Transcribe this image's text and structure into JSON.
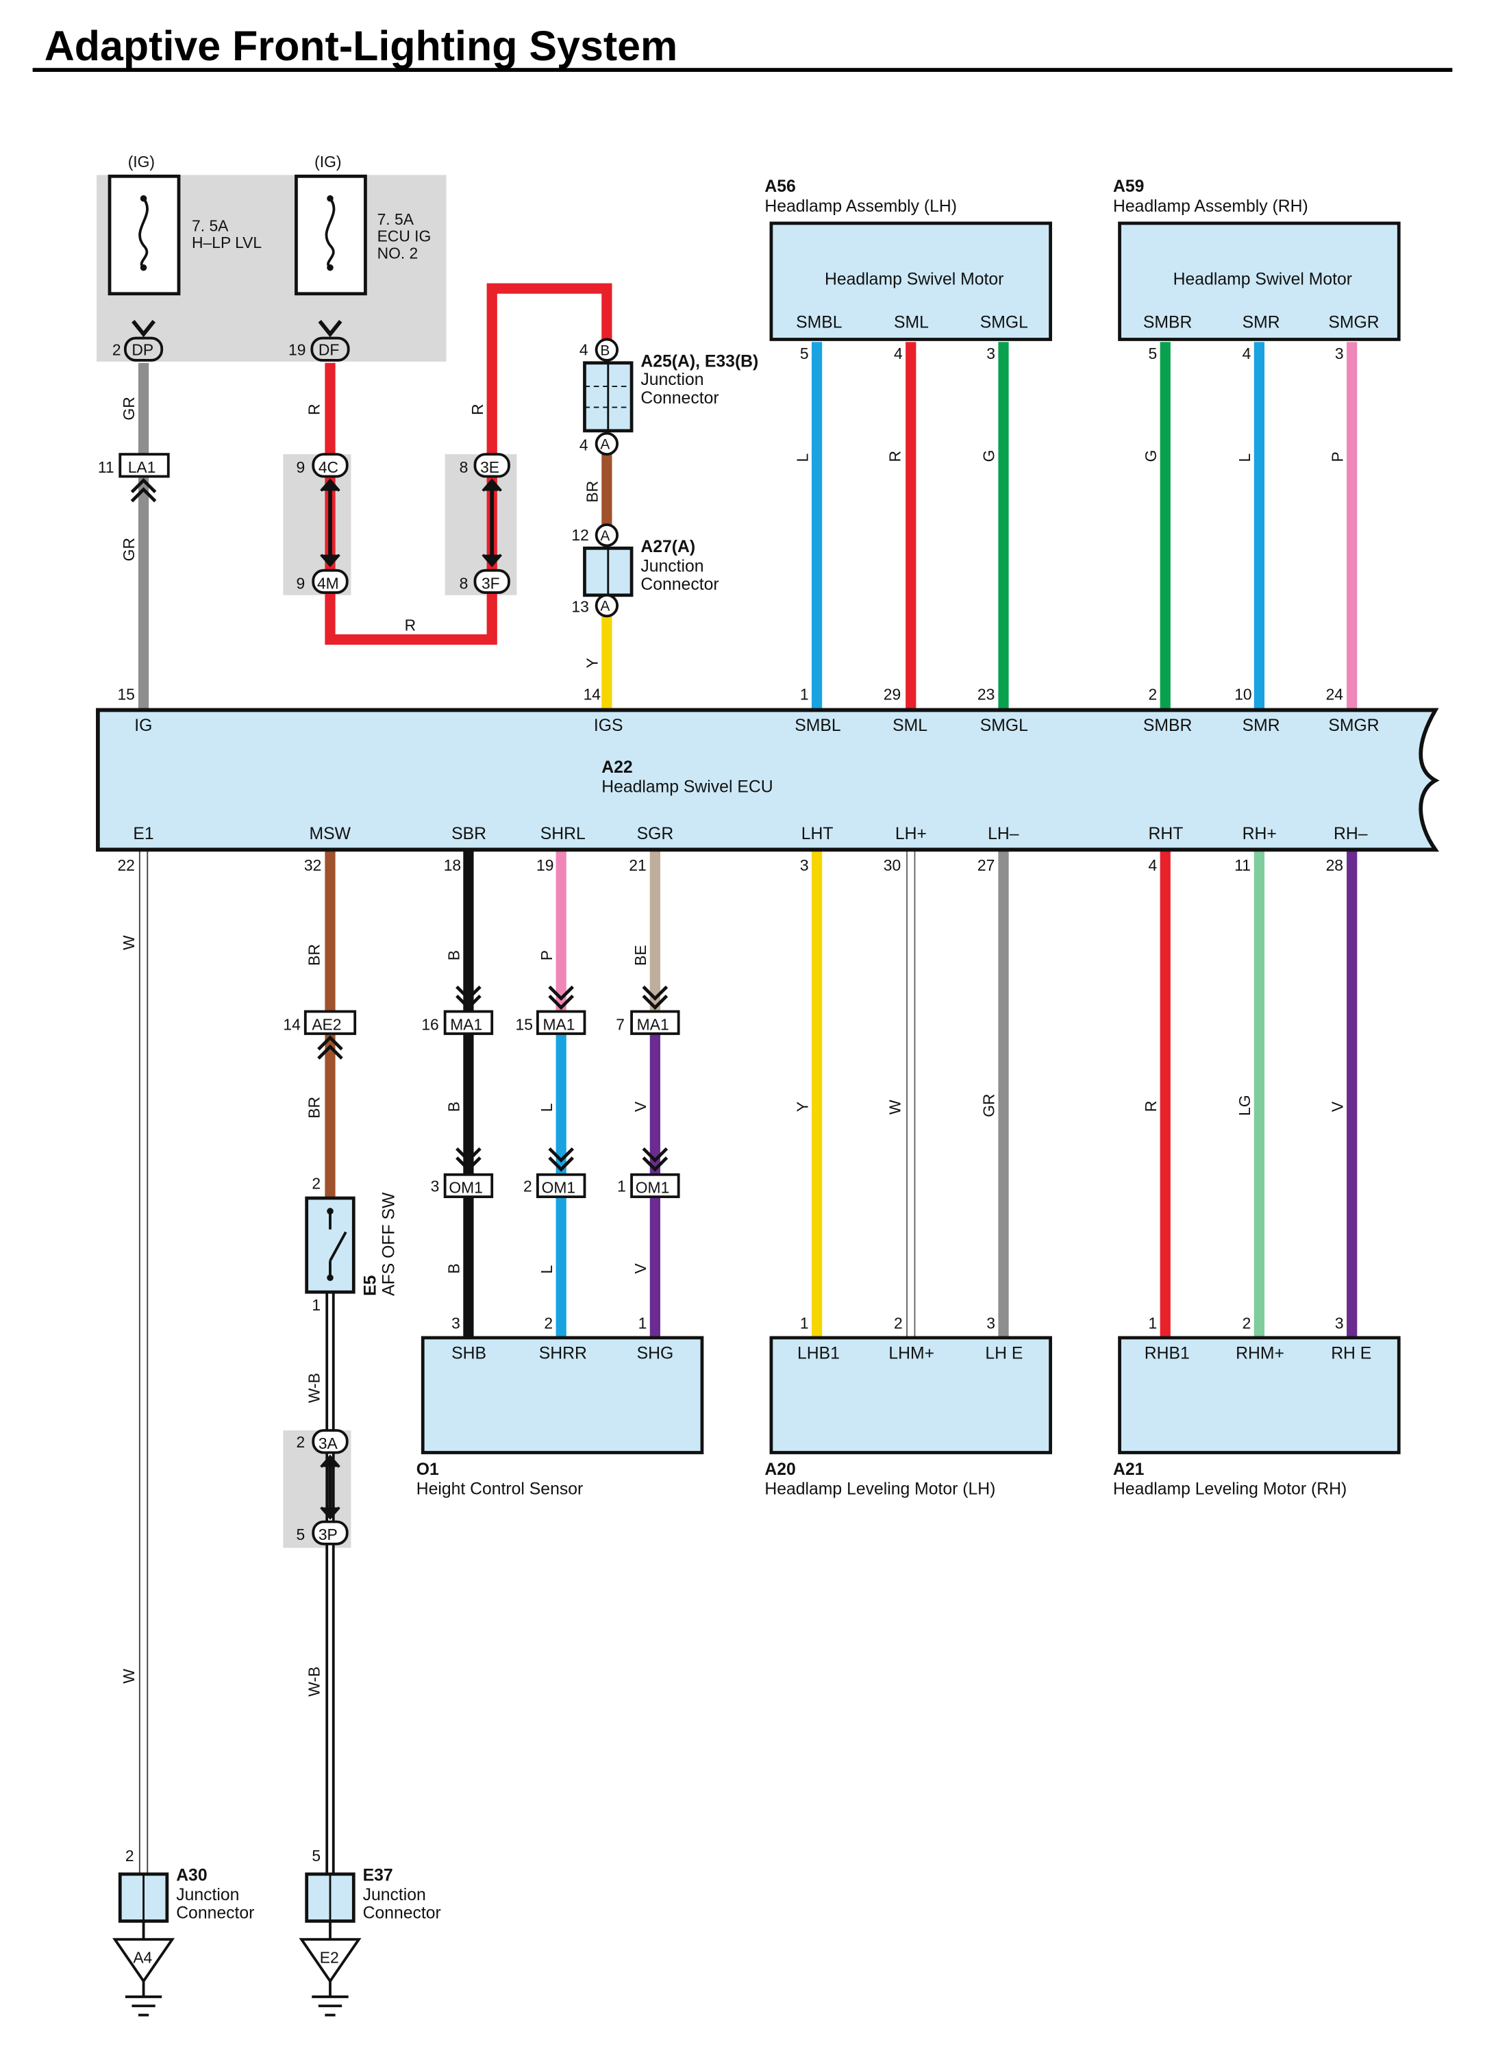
{
  "title": "Adaptive Front-Lighting System",
  "fuses": [
    {
      "supply": "(IG)",
      "rating": "7. 5A",
      "name1": "H–LP LVL",
      "name2": "",
      "pin": "2",
      "conn": "DP"
    },
    {
      "supply": "(IG)",
      "rating": "7. 5A",
      "name1": "ECU IG",
      "name2": "NO. 2",
      "pin": "19",
      "conn": "DF"
    }
  ],
  "ecu": {
    "id": "A22",
    "name": "Headlamp Swivel ECU",
    "top_terminals": [
      "IG",
      "IGS",
      "SMBL",
      "SML",
      "SMGL",
      "SMBR",
      "SMR",
      "SMGR"
    ],
    "top_pins": [
      "15",
      "14",
      "1",
      "29",
      "23",
      "2",
      "10",
      "24"
    ],
    "bottom_terminals": [
      "E1",
      "MSW",
      "SBR",
      "SHRL",
      "SGR",
      "LHT",
      "LH+",
      "LH–",
      "RHT",
      "RH+",
      "RH–"
    ],
    "bottom_pins": [
      "22",
      "32",
      "18",
      "19",
      "21",
      "3",
      "30",
      "27",
      "4",
      "11",
      "28"
    ]
  },
  "headlamp_lh": {
    "id": "A56",
    "name": "Headlamp Assembly (LH)",
    "motor": "Headlamp Swivel Motor",
    "terminals": [
      "SMBL",
      "SML",
      "SMGL"
    ],
    "pins": [
      "5",
      "4",
      "3"
    ],
    "wires": [
      "L",
      "R",
      "G"
    ]
  },
  "headlamp_rh": {
    "id": "A59",
    "name": "Headlamp Assembly (RH)",
    "motor": "Headlamp Swivel Motor",
    "terminals": [
      "SMBR",
      "SMR",
      "SMGR"
    ],
    "pins": [
      "5",
      "4",
      "3"
    ],
    "wires": [
      "G",
      "L",
      "P"
    ]
  },
  "junction_a25": {
    "id": "A25(A), E33(B)",
    "label1": "Junction",
    "label2": "Connector",
    "pin_top": "4",
    "pin_bottom": "4",
    "conn_top": "B",
    "conn_bottom": "A"
  },
  "junction_a27": {
    "id": "A27(A)",
    "label1": "Junction",
    "label2": "Connector",
    "pin_top": "12",
    "pin_bottom": "13",
    "conn_top": "A",
    "conn_bottom": "A"
  },
  "ig_path": {
    "wire1": "GR",
    "la1_pin": "11",
    "la1": "LA1",
    "wire2": "GR"
  },
  "igs_path": {
    "wire_df": "R",
    "c4c_pin": "9",
    "c4c": "4C",
    "c4m_pin": "9",
    "c4m": "4M",
    "wire_bottom": "R",
    "c3f_pin": "8",
    "c3f": "3F",
    "c3e_pin": "8",
    "c3e": "3E",
    "wire_up": "R",
    "wire_br": "BR",
    "wire_y": "Y"
  },
  "msw_path": {
    "wire1": "BR",
    "ae2_pin": "14",
    "ae2": "AE2",
    "wire2": "BR",
    "sw_pin_top": "2",
    "sw_pin_bottom": "1",
    "sw_id": "E5",
    "sw_name": "AFS OFF SW",
    "wire3": "W-B",
    "c3a_pin": "2",
    "c3a": "3A",
    "c3p_pin": "5",
    "c3p": "3P",
    "wire4": "W-B"
  },
  "e1_path": {
    "wire1": "W",
    "wire2": "W"
  },
  "sensor_wires": [
    {
      "w1": "B",
      "ma_pin": "16",
      "w2": "B",
      "om_pin": "3",
      "w3": "B"
    },
    {
      "w1": "P",
      "ma_pin": "15",
      "w2": "L",
      "om_pin": "2",
      "w3": "L"
    },
    {
      "w1": "BE",
      "ma_pin": "7",
      "w2": "V",
      "om_pin": "1",
      "w3": "V"
    }
  ],
  "ma_conn": "MA1",
  "om_conn": "OM1",
  "sensor": {
    "id": "O1",
    "name": "Height Control Sensor",
    "terminals": [
      "SHB",
      "SHRR",
      "SHG"
    ],
    "pins": [
      "3",
      "2",
      "1"
    ]
  },
  "level_lh": {
    "id": "A20",
    "name": "Headlamp Leveling Motor (LH)",
    "terminals": [
      "LHB1",
      "LHM+",
      "LH E"
    ],
    "pins": [
      "1",
      "2",
      "3"
    ],
    "wires": [
      "Y",
      "W",
      "GR"
    ]
  },
  "level_rh": {
    "id": "A21",
    "name": "Headlamp Leveling Motor (RH)",
    "terminals": [
      "RHB1",
      "RHM+",
      "RH E"
    ],
    "pins": [
      "1",
      "2",
      "3"
    ],
    "wires": [
      "R",
      "LG",
      "V"
    ]
  },
  "ground_a": {
    "pin": "2",
    "id": "A30",
    "label1": "Junction",
    "label2": "Connector",
    "gnd": "A4"
  },
  "ground_e": {
    "pin": "5",
    "id": "E37",
    "label1": "Junction",
    "label2": "Connector",
    "gnd": "E2"
  },
  "colors": {
    "red": "#e8212b",
    "gray": "#8e8e8e",
    "brown": "#a0522d",
    "yellow": "#f7d600",
    "blue": "#1aa3e0",
    "green": "#0aa14e",
    "pink": "#ef86b8",
    "black": "#111111",
    "beige": "#bfae9c",
    "violet": "#6a2c91",
    "lightgreen": "#7fcc9c",
    "box_fill": "#cce8f6",
    "panel_fill": "#d9d9d9"
  }
}
